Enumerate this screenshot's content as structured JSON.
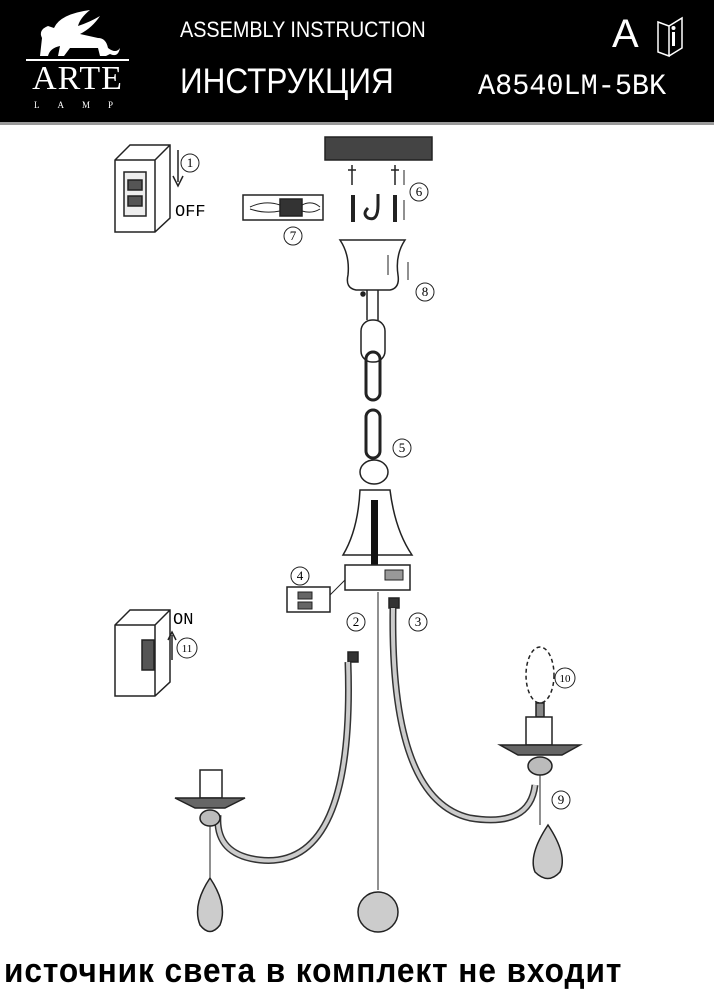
{
  "header": {
    "brand": "ARTE",
    "brand_sub": "LAMP",
    "title_en": "ASSEMBLY INSTRUCTION",
    "title_ru": "ИНСТРУКЦИЯ",
    "lang_letter": "A",
    "model": "A8540LM-5BK"
  },
  "diagram": {
    "switch_off_label": "OFF",
    "switch_on_label": "ON",
    "steps": [
      "1",
      "2",
      "3",
      "4",
      "5",
      "6",
      "7",
      "8",
      "9",
      "10",
      "11"
    ]
  },
  "footer": {
    "note": "источник света в комплект не входит"
  }
}
